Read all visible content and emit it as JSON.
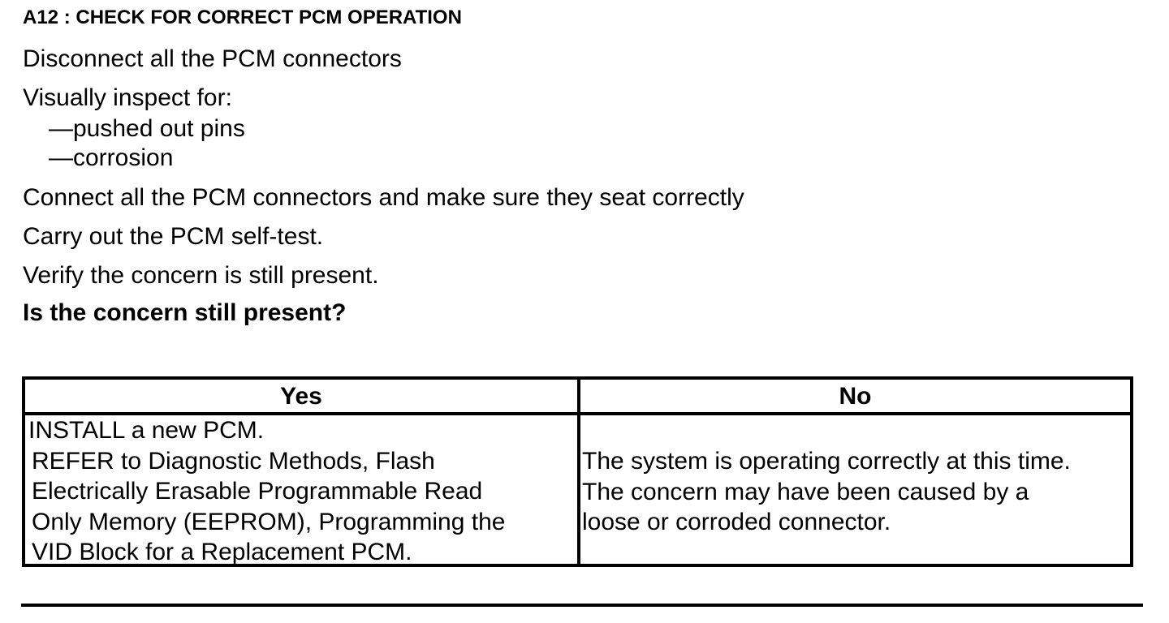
{
  "title": "A12 : CHECK FOR CORRECT PCM OPERATION",
  "steps": {
    "disconnect": "Disconnect all the PCM connectors",
    "inspect": "Visually inspect for:",
    "inspect_items": [
      "—pushed out pins",
      "—corrosion"
    ],
    "connect": "Connect all the PCM connectors and make sure they seat correctly",
    "selftest": "Carry out the PCM self-test.",
    "verify": "Verify the concern is still present.",
    "question": "Is the concern still present?"
  },
  "table": {
    "yes_header": "Yes",
    "no_header": "No",
    "yes_lines": [
      "INSTALL a new PCM.",
      "REFER to Diagnostic Methods, Flash",
      "Electrically Erasable Programmable Read",
      "Only Memory  (EEPROM), Programming the",
      "VID Block for a Replacement PCM."
    ],
    "no_lines": [
      "The system is operating correctly at this time.",
      "The concern may have been caused by a",
      "loose or corroded connector."
    ]
  }
}
